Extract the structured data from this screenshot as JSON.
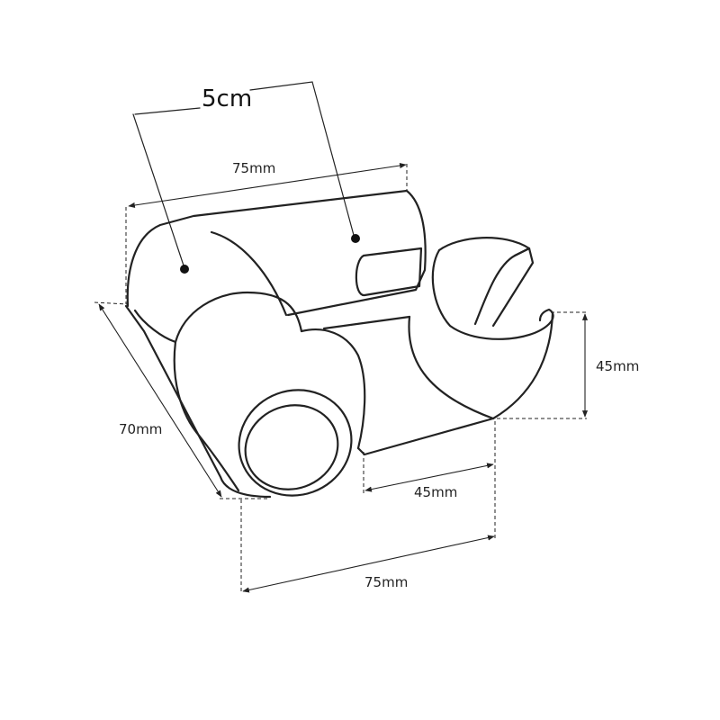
{
  "labels": {
    "callout": "5cm",
    "top_width": "75mm",
    "depth": "70mm",
    "cradle_height": "45mm",
    "cradle_width": "45mm",
    "base_width": "75mm"
  }
}
